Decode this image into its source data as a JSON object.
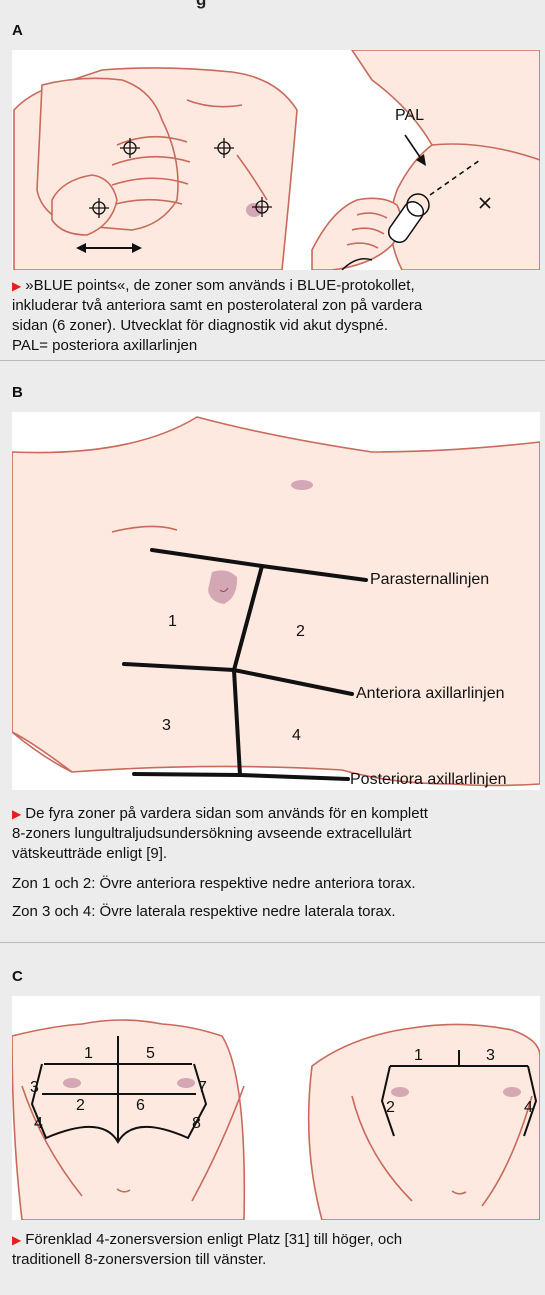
{
  "header_fragment": "g",
  "panel_a": {
    "letter": "A",
    "pal_label": "PAL",
    "caption_lines": [
      "»BLUE points«, de zoner som används i BLUE-protokollet,",
      "inkluderar två anteriora samt en posterolateral zon på vardera",
      "sidan (6 zoner). Utvecklat för diagnostik vid akut dyspné.",
      "PAL= posteriora axillarlinjen"
    ]
  },
  "panel_b": {
    "letter": "B",
    "line_labels": [
      "Parasternallinjen",
      "Anteriora axillarlinjen",
      "Posteriora axillarlinjen"
    ],
    "zone_numbers": [
      "1",
      "2",
      "3",
      "4"
    ],
    "caption_lines": [
      "De fyra zoner på vardera sidan som används för en komplett",
      "8-zoners lungultraljudsundersökning avseende extracellulärt",
      "vätskeutträde enligt [9]."
    ],
    "caption_para2": "Zon 1 och 2: Övre anteriora respektive nedre anteriora torax.",
    "caption_para3": "Zon 3 och 4: Övre laterala respektive nedre laterala torax."
  },
  "panel_c": {
    "letter": "C",
    "left_zone_numbers": [
      "1",
      "5",
      "3",
      "2",
      "6",
      "7",
      "4",
      "8"
    ],
    "right_zone_numbers": [
      "1",
      "3",
      "2",
      "4"
    ],
    "caption_lines": [
      "Förenklad 4-zonersversion enligt Platz [31] till höger, och",
      "traditionell 8-zonersversion till vänster."
    ]
  },
  "colors": {
    "skin": "#fde9df",
    "skin_outline": "#c86a5c",
    "nipple": "#d4a7b4",
    "accent_triangle": "#e3231b",
    "background": "#ececec"
  }
}
